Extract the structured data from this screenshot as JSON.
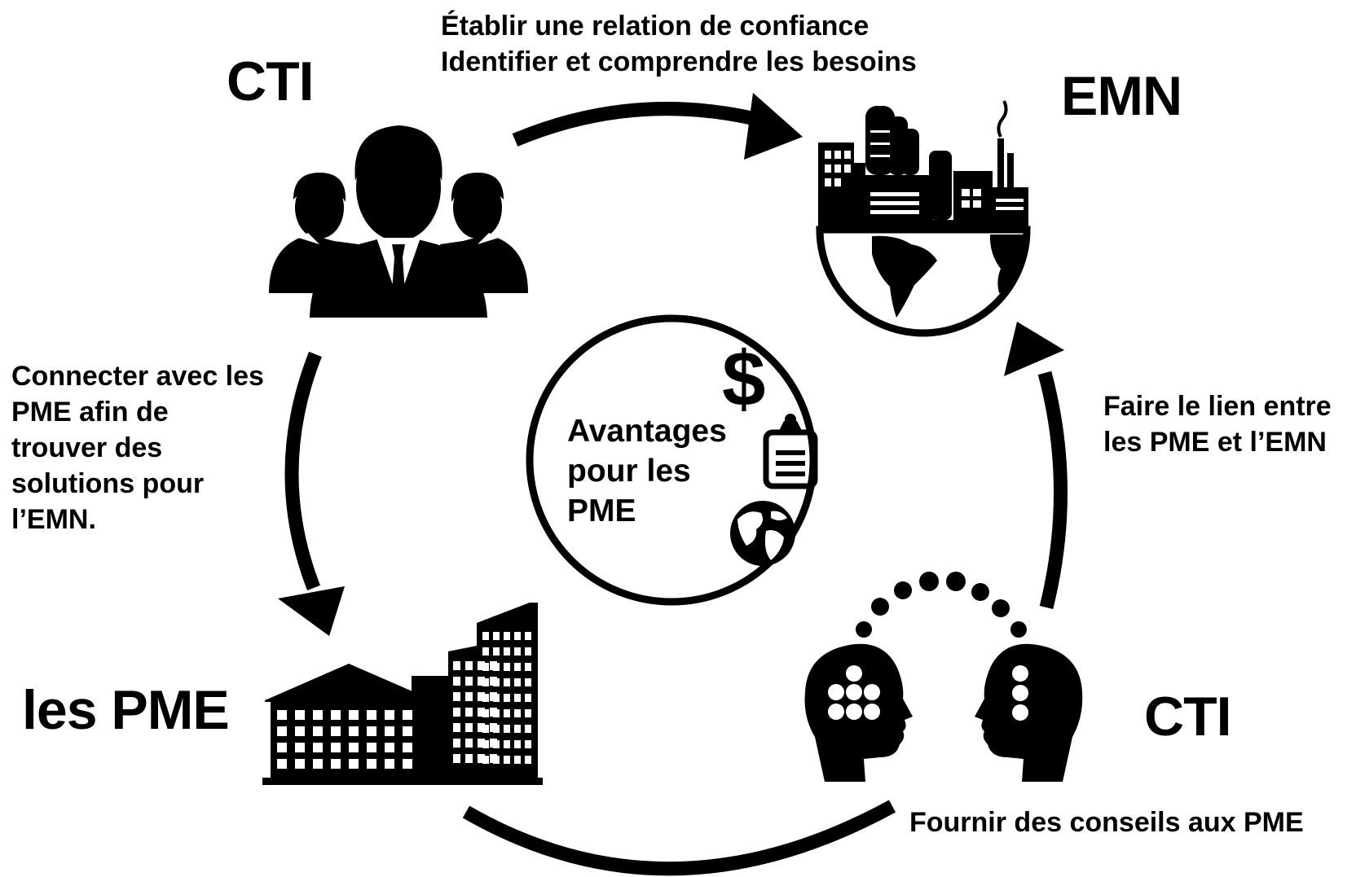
{
  "diagram": {
    "top_left_label": "CTI",
    "top_right_label": "EMN",
    "bottom_left_label": "les PME",
    "bottom_right_label": "CTI",
    "top_caption": [
      "Établir une relation de confiance",
      "Identifier et comprendre les besoins"
    ],
    "left_caption": [
      "Connecter avec les",
      "PME afin de",
      "trouver des",
      "solutions pour",
      "l’EMN."
    ],
    "right_caption": [
      "Faire le lien entre",
      "les PME et l’EMN"
    ],
    "bottom_caption": "Fournir des conseils aux PME",
    "center": {
      "title_lines": [
        "Avantages",
        "pour les",
        "PME"
      ],
      "dollar_symbol": "$"
    },
    "icons": [
      "business-team-icon",
      "factory-globe-icon",
      "office-buildings-icon",
      "heads-exchange-icon",
      "dollar-icon",
      "clipboard-icon",
      "globe-icon"
    ]
  }
}
